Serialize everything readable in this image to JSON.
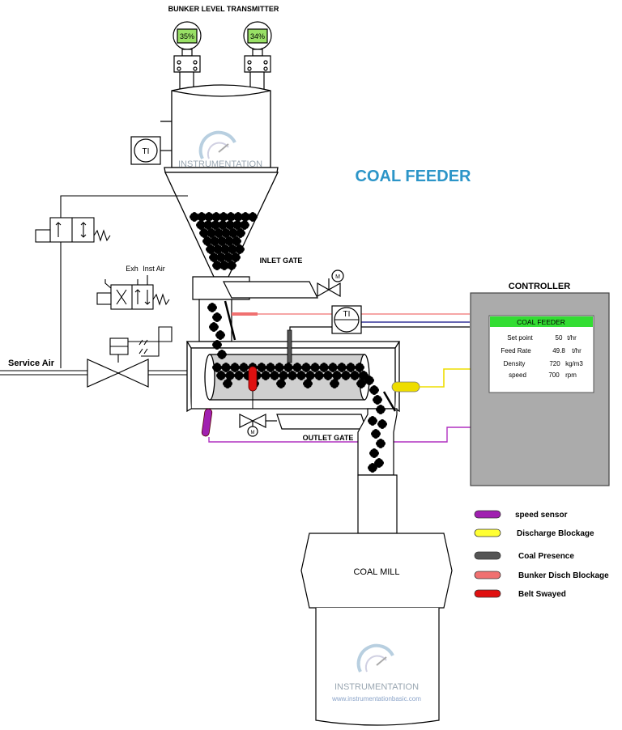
{
  "title": "COAL FEEDER",
  "top_label": "BUNKER LEVEL TRANSMITTER",
  "transmitters": [
    {
      "value": "35%"
    },
    {
      "value": "34%"
    }
  ],
  "labels": {
    "inlet_gate": "INLET GATE",
    "outlet_gate": "OUTLET GATE",
    "controller": "CONTROLLER",
    "service_air": "Service Air",
    "exh": "Exh",
    "inst_air": "Inst Air",
    "coal_mill": "COAL MILL",
    "ti_left": "TI",
    "ti_right": "TI",
    "motor_top": "M",
    "motor_bottom": "M"
  },
  "watermark": {
    "brand": "INSTRUMENTATION",
    "url": "www.instrumentationbasic.com"
  },
  "controller_panel": {
    "header": "COAL FEEDER",
    "rows": [
      {
        "label": "Set point",
        "value": "50",
        "unit": "t/hr"
      },
      {
        "label": "Feed Rate",
        "value": "49.8",
        "unit": "t/hr"
      },
      {
        "label": "Density",
        "value": "720",
        "unit": "kg/m3"
      },
      {
        "label": "speed",
        "value": "700",
        "unit": "rpm"
      }
    ]
  },
  "legend": [
    {
      "label": "speed sensor",
      "color": "#a020b0"
    },
    {
      "label": "Discharge Blockage",
      "color": "#ffff33"
    },
    {
      "label": "Coal Presence",
      "color": "#555555"
    },
    {
      "label": "Bunker Disch Blockage",
      "color": "#f07070"
    },
    {
      "label": "Belt Swayed",
      "color": "#e01010"
    }
  ],
  "colors": {
    "title": "#2c95c8",
    "screen_header": "#33dd33",
    "transmitter_display": "#99e066",
    "controller_box": "#ababab",
    "speed_line": "#b030c0",
    "discharge_line": "#eedd00",
    "coal_presence_lines": "#333399",
    "bunker_line": "#f07070"
  }
}
